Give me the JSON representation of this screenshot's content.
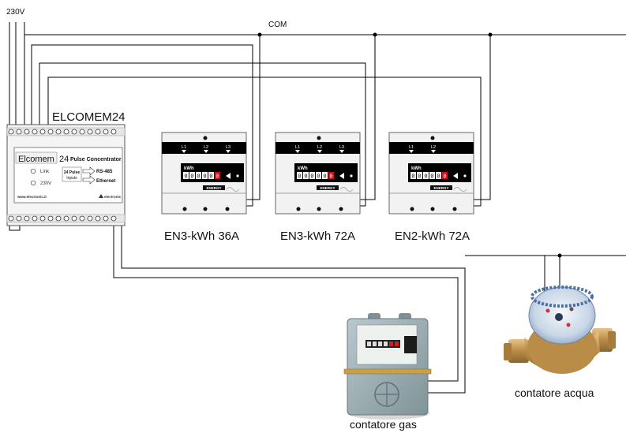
{
  "labels": {
    "voltage": "230V",
    "com": "COM",
    "concentrator_title": "ELCOMEM24",
    "meter1": "EN3-kWh 36A",
    "meter2": "EN3-kWh 72A",
    "meter3": "EN2-kWh 72A",
    "gas_meter": "contatore gas",
    "water_meter": "contatore acqua"
  },
  "device": {
    "brand": "Elcomem",
    "model_number": "24",
    "subtitle": "Pulse Concentrator",
    "led_link": "Link",
    "led_power": "230V",
    "inputs_line1": "24 Pulse",
    "inputs_line2": "Inputs",
    "output1": "RS-485",
    "output2": "Ethernet",
    "website": "www.electronic.it",
    "maker": "electronic"
  },
  "energy_meters": [
    {
      "phases": [
        "L1",
        "L2",
        "L3"
      ],
      "unit": "kWh",
      "display": [
        "0",
        "0",
        "0",
        "0",
        "0",
        "0"
      ],
      "brand": "ENERGY"
    },
    {
      "phases": [
        "L1",
        "L2",
        "L3"
      ],
      "unit": "kWh",
      "display": [
        "0",
        "0",
        "0",
        "0",
        "0",
        "0"
      ],
      "brand": "ENERGY"
    },
    {
      "phases": [
        "L1",
        "L2"
      ],
      "unit": "kWh",
      "display": [
        "0",
        "0",
        "0",
        "0",
        "0",
        "0"
      ],
      "brand": "ENERGY"
    }
  ],
  "colors": {
    "wire": "#000000",
    "background": "#ffffff",
    "device_fill": "#eeeeee",
    "display_red": "#cc1111"
  }
}
